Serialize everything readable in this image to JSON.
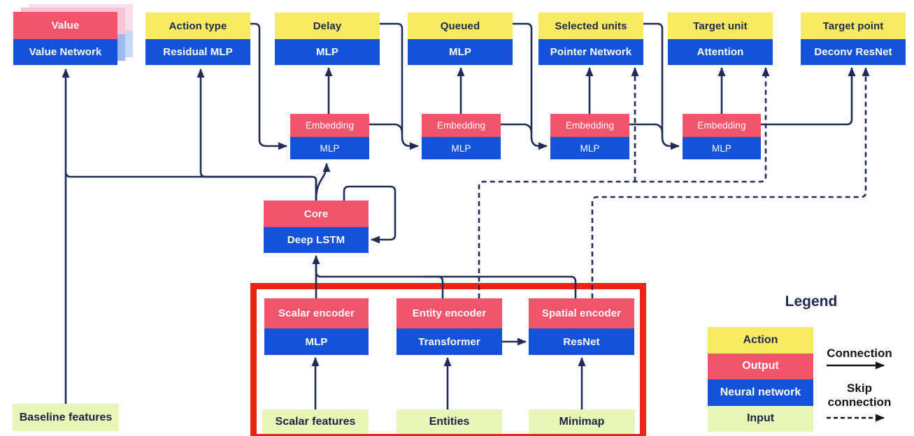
{
  "value_node": {
    "top": "Value",
    "bottom": "Value Network"
  },
  "heads": [
    {
      "top": "Action type",
      "bottom": "Residual MLP"
    },
    {
      "top": "Delay",
      "bottom": "MLP"
    },
    {
      "top": "Queued",
      "bottom": "MLP"
    },
    {
      "top": "Selected units",
      "bottom": "Pointer Network"
    },
    {
      "top": "Target unit",
      "bottom": "Attention"
    },
    {
      "top": "Target point",
      "bottom": "Deconv ResNet"
    }
  ],
  "embeddings": [
    {
      "top": "Embedding",
      "bottom": "MLP"
    },
    {
      "top": "Embedding",
      "bottom": "MLP"
    },
    {
      "top": "Embedding",
      "bottom": "MLP"
    },
    {
      "top": "Embedding",
      "bottom": "MLP"
    }
  ],
  "core": {
    "top": "Core",
    "bottom": "Deep LSTM"
  },
  "encoders": [
    {
      "top": "Scalar encoder",
      "bottom": "MLP"
    },
    {
      "top": "Entity encoder",
      "bottom": "Transformer"
    },
    {
      "top": "Spatial encoder",
      "bottom": "ResNet"
    }
  ],
  "inputs": {
    "baseline": "Baseline features",
    "scalar": "Scalar features",
    "entities": "Entities",
    "minimap": "Minimap"
  },
  "legend": {
    "title": "Legend",
    "items": [
      {
        "label": "Action",
        "color": "#F8EB61",
        "text": "#1F2A52"
      },
      {
        "label": "Output",
        "color": "#F1546B",
        "text": "#FFFFFF"
      },
      {
        "label": "Neural network",
        "color": "#1353D9",
        "text": "#FFFFFF"
      },
      {
        "label": "Input",
        "color": "#E9F6B7",
        "text": "#1B2340"
      }
    ],
    "connection": "Connection",
    "skip": "Skip connection"
  },
  "colors": {
    "action_yellow": "#F8EB61",
    "output_pink": "#F1546B",
    "network_blue": "#1353D9",
    "input_green": "#E9F6B7",
    "wire_navy": "#202C55",
    "legend_arrow_black": "#151515",
    "highlight_red": "#EB2413",
    "ghost_pink_1": "#F8C3D4",
    "ghost_blue_1": "#9DBBF2",
    "ghost_pink_2": "#FBDDE9",
    "ghost_blue_2": "#C7D9F7"
  }
}
